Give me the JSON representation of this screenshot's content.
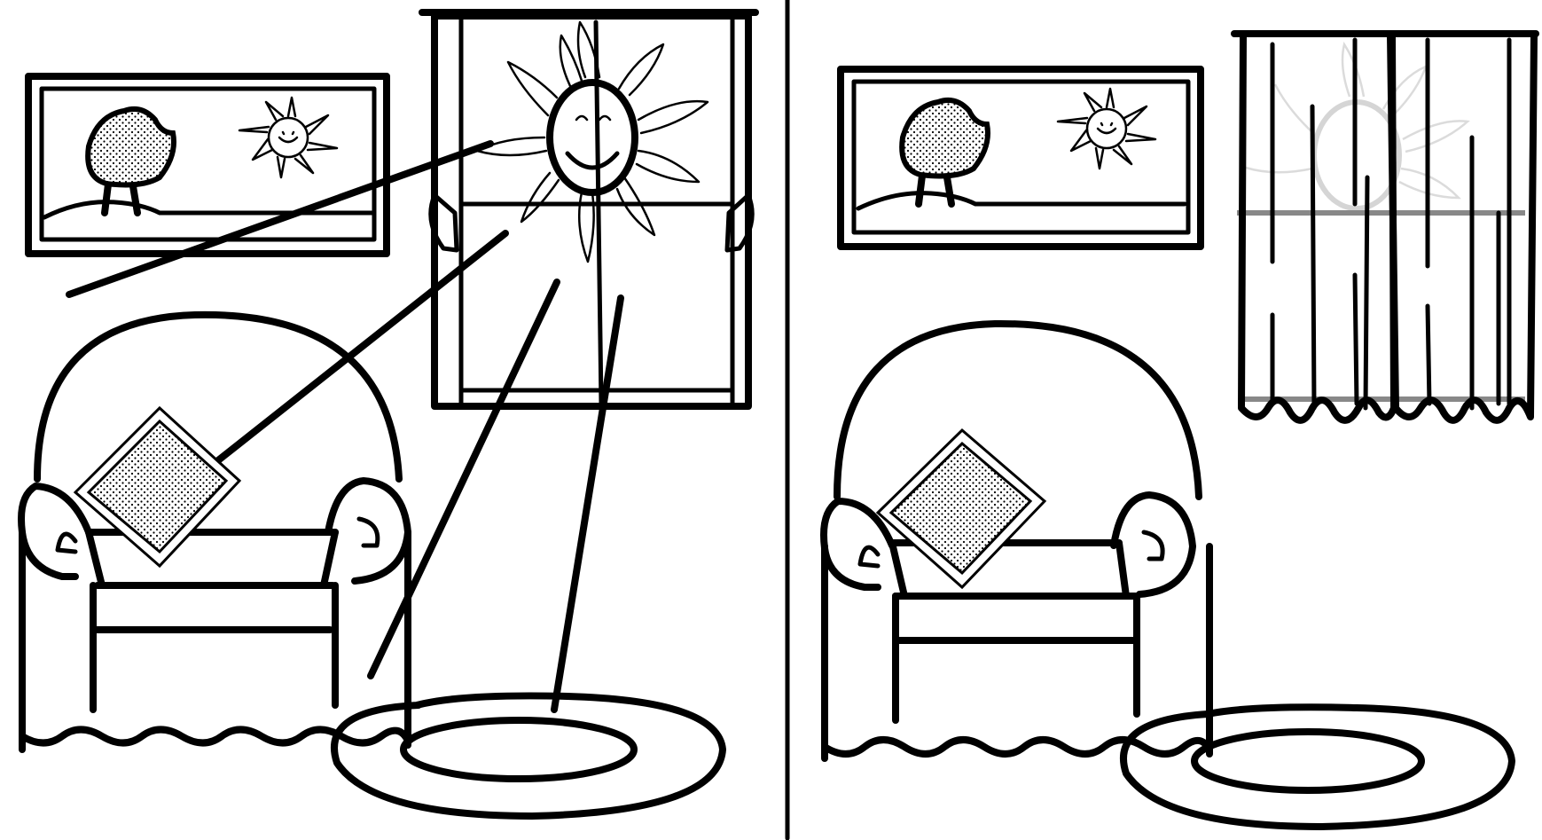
{
  "scenes": [
    {
      "id": "left",
      "window": "open",
      "light_rays": 4,
      "curtains": "open"
    },
    {
      "id": "right",
      "window": "covered",
      "light_rays": 0,
      "curtains": "closed"
    }
  ],
  "colors": {
    "ink": "#000000",
    "paper": "#ffffff",
    "faded": "#bbbbbb",
    "curtain_rod_faded": "#888888"
  },
  "icons": [
    "framed-landscape-picture",
    "sun-with-face",
    "armchair",
    "cushion",
    "oval-rug",
    "window",
    "curtains",
    "light-beam"
  ]
}
